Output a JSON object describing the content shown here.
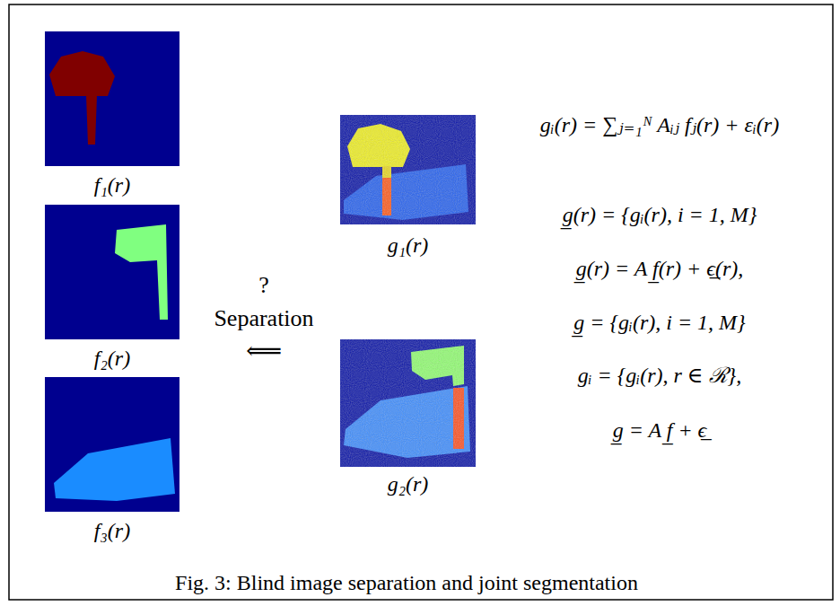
{
  "diagram": {
    "caption": "Fig. 3: Blind image separation and joint segmentation",
    "nodes": [
      {
        "text": [
          "f₁(r)"
        ]
      },
      {
        "text": [
          "f₂(r)"
        ]
      },
      {
        "text": [
          "f₃(r)"
        ]
      },
      {
        "text": [
          "g₁(r)"
        ]
      },
      {
        "text": [
          "g₂(r)"
        ]
      }
    ],
    "labels": [
      "?",
      "Separation",
      "⟸",
      "gᵢ(r) = ∑ⱼ₌₁ᴺ Aᵢⱼ fⱼ(r) + εᵢ(r)",
      "g̲(r) = {gᵢ(r), i = 1, M}",
      "g̲(r) = A f̲(r) + ϵ̲(r),",
      "g̲ = {gᵢ(r), i = 1, M}",
      "gᵢ = {gᵢ(r), r ∈ ℛ},",
      "g̲ = A f̲ + ϵ̲"
    ]
  }
}
